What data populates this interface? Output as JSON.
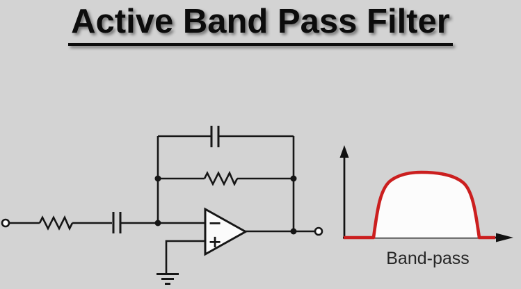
{
  "page": {
    "background_color": "#d3d3d3",
    "line_color": "#161616"
  },
  "title": {
    "text": "Active Band Pass Filter"
  },
  "circuit": {
    "type": "active-band-pass-filter",
    "opamp": {
      "inverting_label": "−",
      "noninverting_label": "+"
    },
    "components": [
      "input-terminal",
      "series-resistor",
      "series-capacitor",
      "feedback-capacitor",
      "feedback-resistor",
      "op-amp",
      "ground",
      "output-terminal"
    ]
  },
  "graph": {
    "label": "Band-pass",
    "type": "frequency-response",
    "curve_color": "#cb1f1f",
    "dome_fill_color": "#fcfcfc",
    "axis_color": "#111111"
  }
}
